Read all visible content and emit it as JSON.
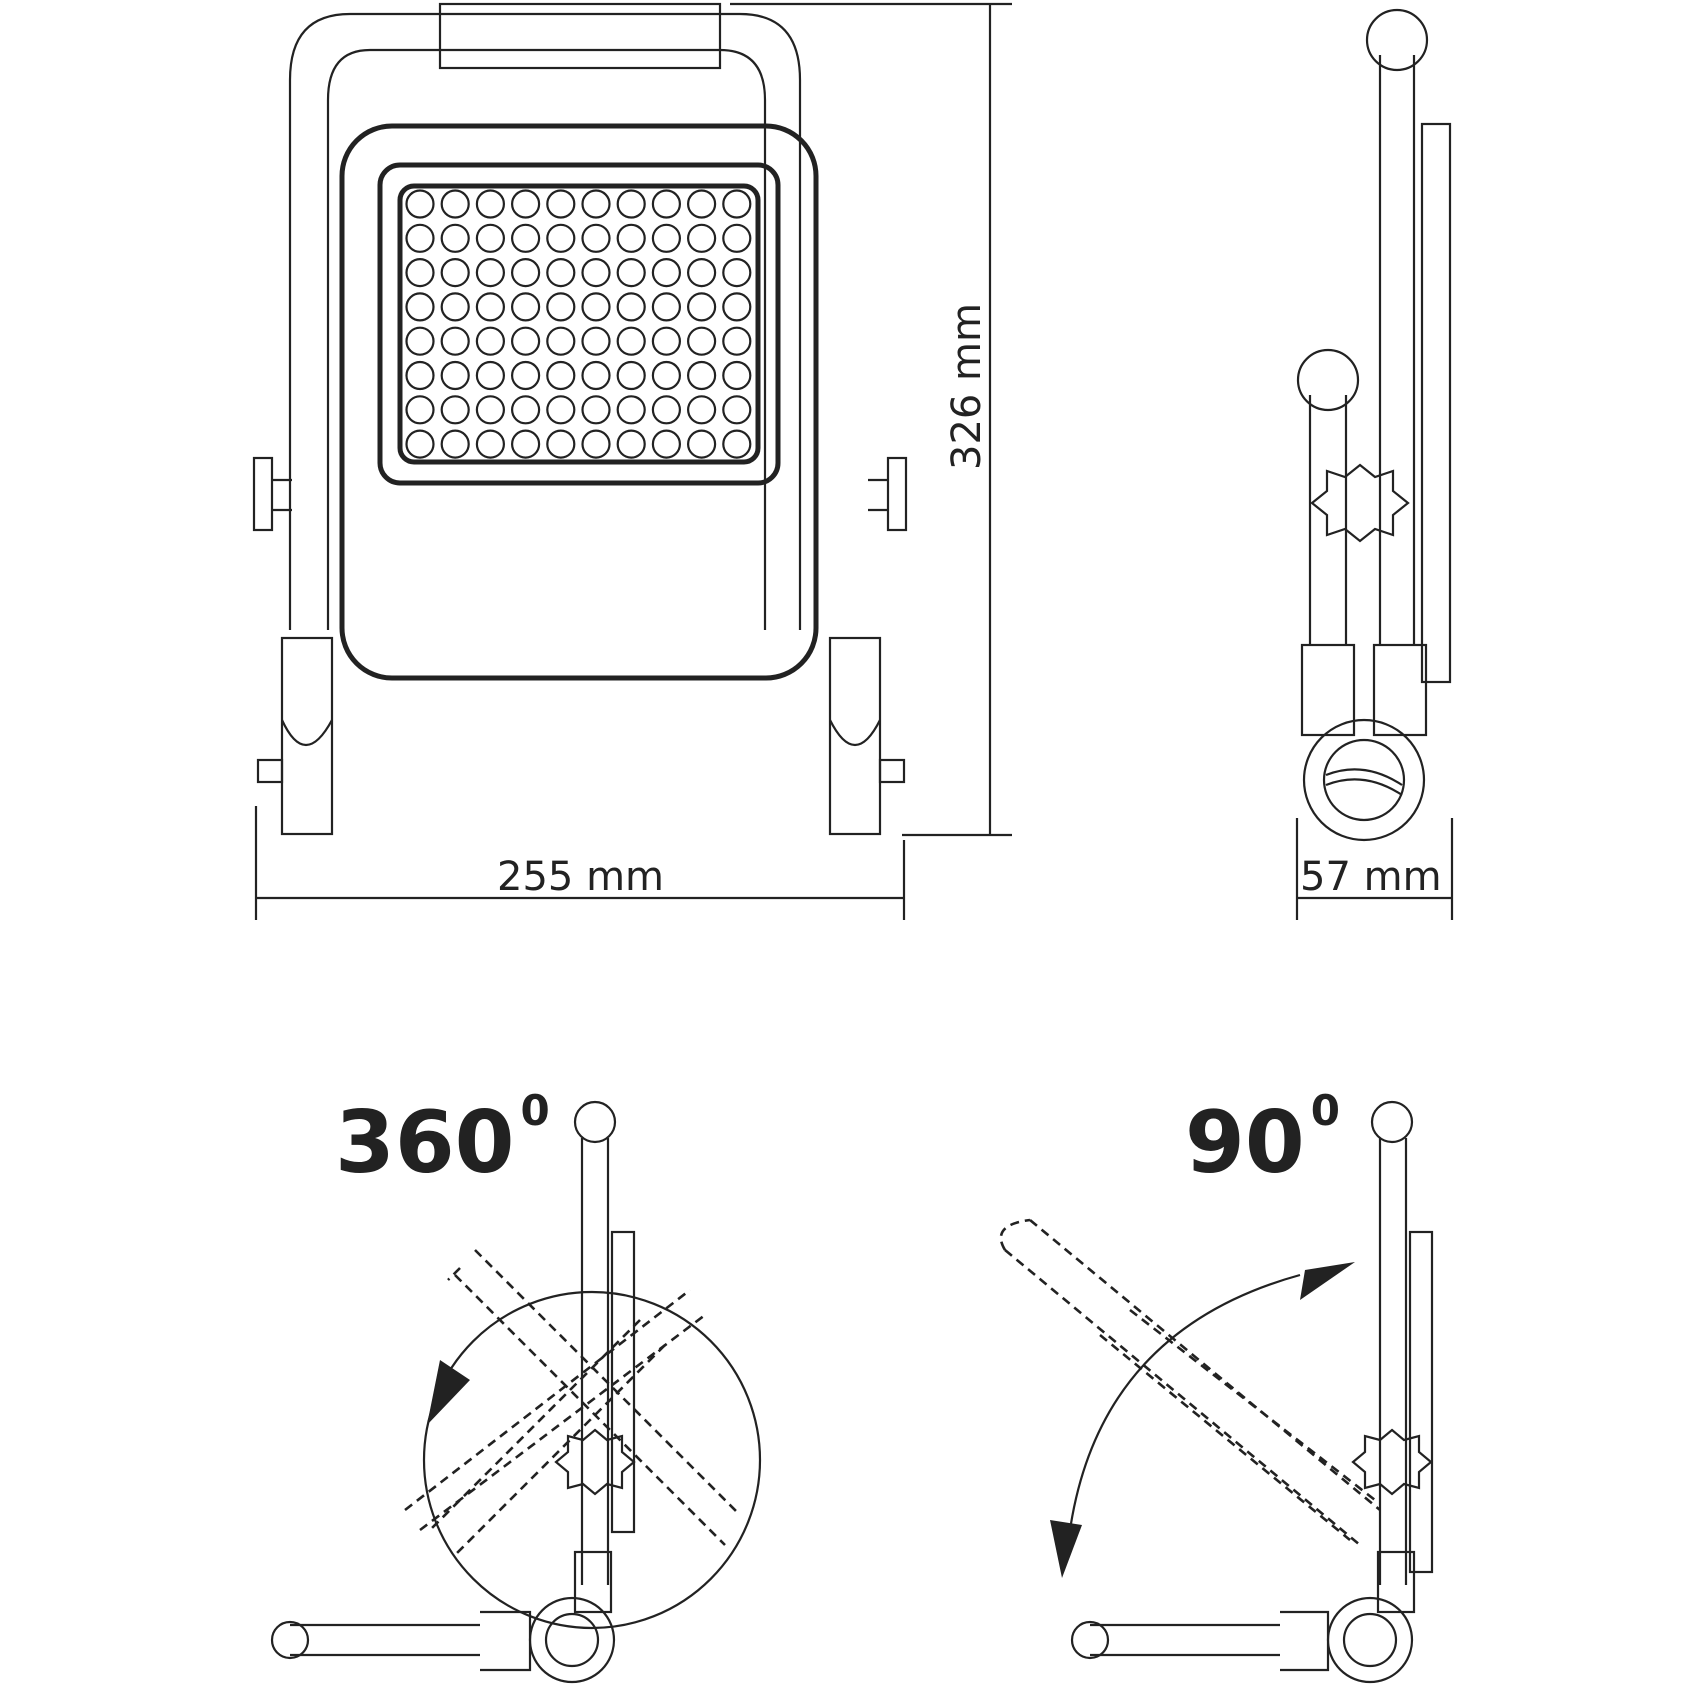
{
  "dimensions": {
    "height": "326 mm",
    "width": "255 mm",
    "depth": "57 mm"
  },
  "rotation_labels": {
    "full_rotation": "360",
    "tilt": "90",
    "degree_mark": "0"
  },
  "led_grid": {
    "columns": 10,
    "rows": 8
  }
}
